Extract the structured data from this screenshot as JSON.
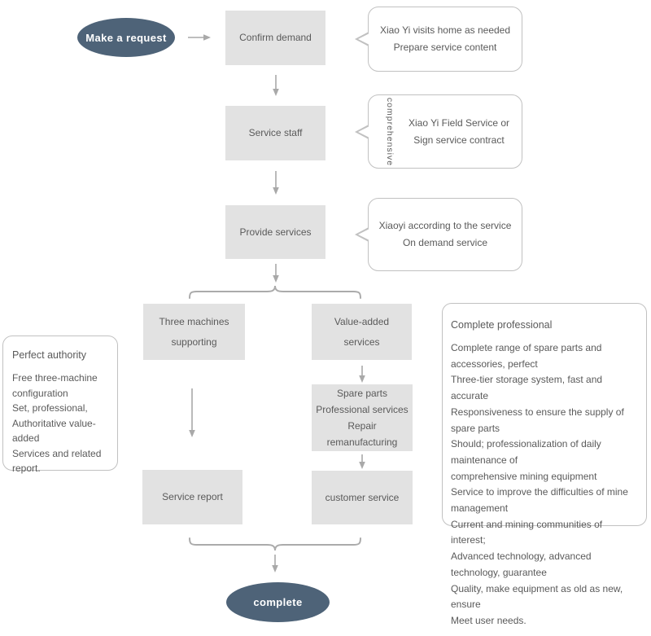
{
  "flow": {
    "start_label": "Make a request",
    "end_label": "complete"
  },
  "process_boxes": {
    "confirm_demand": {
      "label": "Confirm demand"
    },
    "service_staff": {
      "label": "Service staff"
    },
    "provide_services": {
      "label": "Provide services"
    },
    "three_machines": {
      "lines": [
        "Three machines",
        "supporting"
      ]
    },
    "value_added": {
      "lines": [
        "Value-added",
        "services"
      ]
    },
    "spare_parts": {
      "lines": [
        "Spare parts",
        "Professional services",
        "Repair remanufacturing"
      ]
    },
    "service_report": {
      "label": "Service report"
    },
    "customer_service": {
      "label": "customer service"
    }
  },
  "callouts": {
    "confirm": {
      "lines": [
        "Xiao Yi visits home as needed",
        "Prepare service content"
      ]
    },
    "staff": {
      "side_label": "comprehensive",
      "lines": [
        "Xiao Yi Field Service or",
        "Sign service contract"
      ]
    },
    "services": {
      "lines": [
        "Xiaoyi according to the service",
        "On demand service"
      ]
    }
  },
  "notes": {
    "left": {
      "title": "Perfect authority",
      "lines": [
        "Free three-machine configuration",
        "Set, professional,",
        "Authoritative value-added",
        "Services and related",
        "report."
      ]
    },
    "right": {
      "title": "Complete professional",
      "lines": [
        "Complete range of spare parts and accessories, perfect",
        "Three-tier storage system, fast and accurate",
        "Responsiveness to ensure the supply of spare parts",
        "Should; professionalization of daily maintenance of",
        "comprehensive mining equipment",
        "Service to improve the difficulties of mine management",
        "Current and mining communities of interest;",
        "Advanced technology, advanced technology, guarantee",
        "Quality, make equipment as old as new, ensure",
        "Meet user needs."
      ]
    }
  },
  "colors": {
    "terminal_fill": "#4e6378",
    "process_fill": "#e2e2e2",
    "outline": "#c1c1c1",
    "connector": "#a9a9a9",
    "text": "#5a5a5a"
  }
}
